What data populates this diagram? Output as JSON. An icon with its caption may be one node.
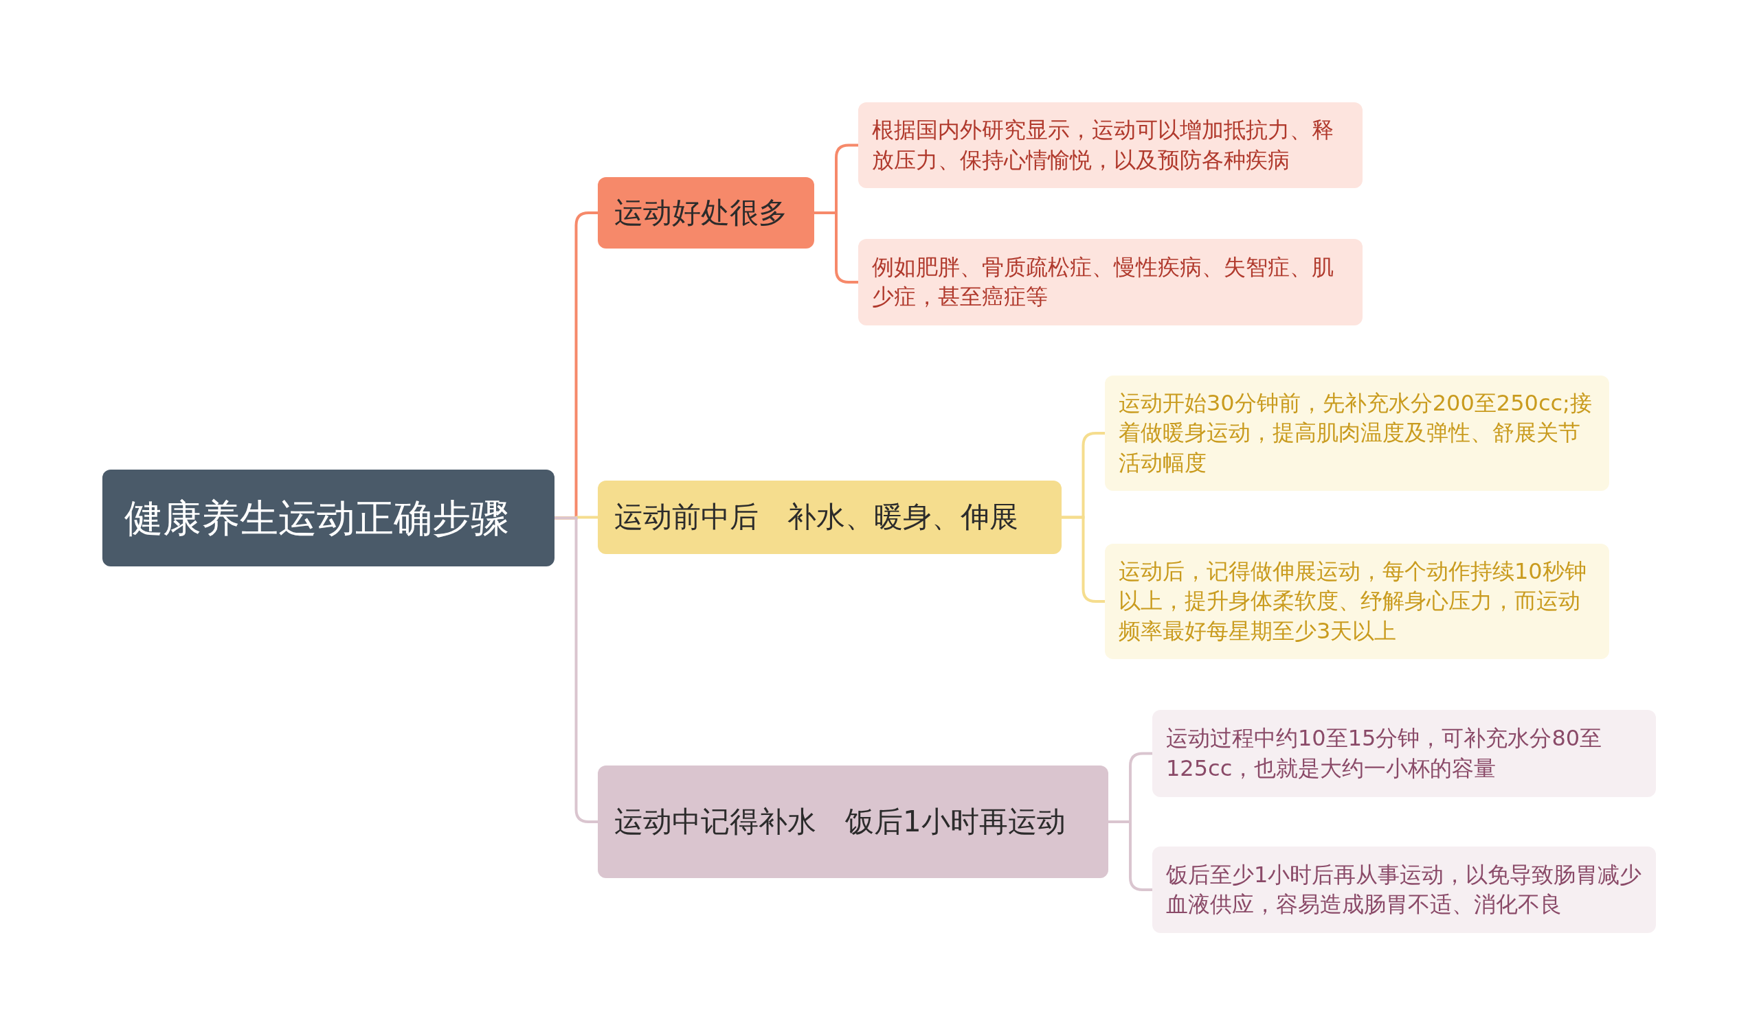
{
  "diagram": {
    "nodes": [
      {
        "text": [
          "健康养生运动正确步骤"
        ]
      },
      {
        "text": [
          "运动好处很多"
        ]
      },
      {
        "text": [
          "根据国内外研究显示，运动可以增加抵抗力、释放压力、保持心情愉悦，以及预防各种疾病"
        ]
      },
      {
        "text": [
          "例如肥胖、骨质疏松症、慢性疾病、失智症、肌少症，甚至癌症等"
        ]
      },
      {
        "text": [
          "运动前中后　补水、暖身、伸展"
        ]
      },
      {
        "text": [
          "运动开始30分钟前，先补充水分200至250cc;接着做暖身运动，提高肌肉温度及弹性、舒展关节活动幅度"
        ]
      },
      {
        "text": [
          "运动后，记得做伸展运动，每个动作持续10秒钟以上，提升身体柔软度、纾解身心压力，而运动频率最好每星期至少3天以上"
        ]
      },
      {
        "text": [
          "运动中记得补水　饭后1小时再运动"
        ]
      },
      {
        "text": [
          "运动过程中约10至15分钟，可补充水分80至125cc，也就是大约一小杯的容量"
        ]
      },
      {
        "text": [
          "饭后至少1小时后再从事运动，以免导致肠胃减少血液供应，容易造成肠胃不适、消化不良"
        ]
      }
    ],
    "edges": [
      {
        "from": 0,
        "to": 1,
        "arrow": "none",
        "color": "#f6896a"
      },
      {
        "from": 1,
        "to": 2,
        "arrow": "none",
        "color": "#f6896a"
      },
      {
        "from": 1,
        "to": 3,
        "arrow": "none",
        "color": "#f6896a"
      },
      {
        "from": 0,
        "to": 4,
        "arrow": "none",
        "color": "#f5dd8e"
      },
      {
        "from": 4,
        "to": 5,
        "arrow": "none",
        "color": "#f5dd8e"
      },
      {
        "from": 4,
        "to": 6,
        "arrow": "none",
        "color": "#f5dd8e"
      },
      {
        "from": 0,
        "to": 7,
        "arrow": "none",
        "color": "#dac5cf"
      },
      {
        "from": 7,
        "to": 8,
        "arrow": "none",
        "color": "#dac5cf"
      },
      {
        "from": 7,
        "to": 9,
        "arrow": "none",
        "color": "#dac5cf"
      }
    ]
  }
}
